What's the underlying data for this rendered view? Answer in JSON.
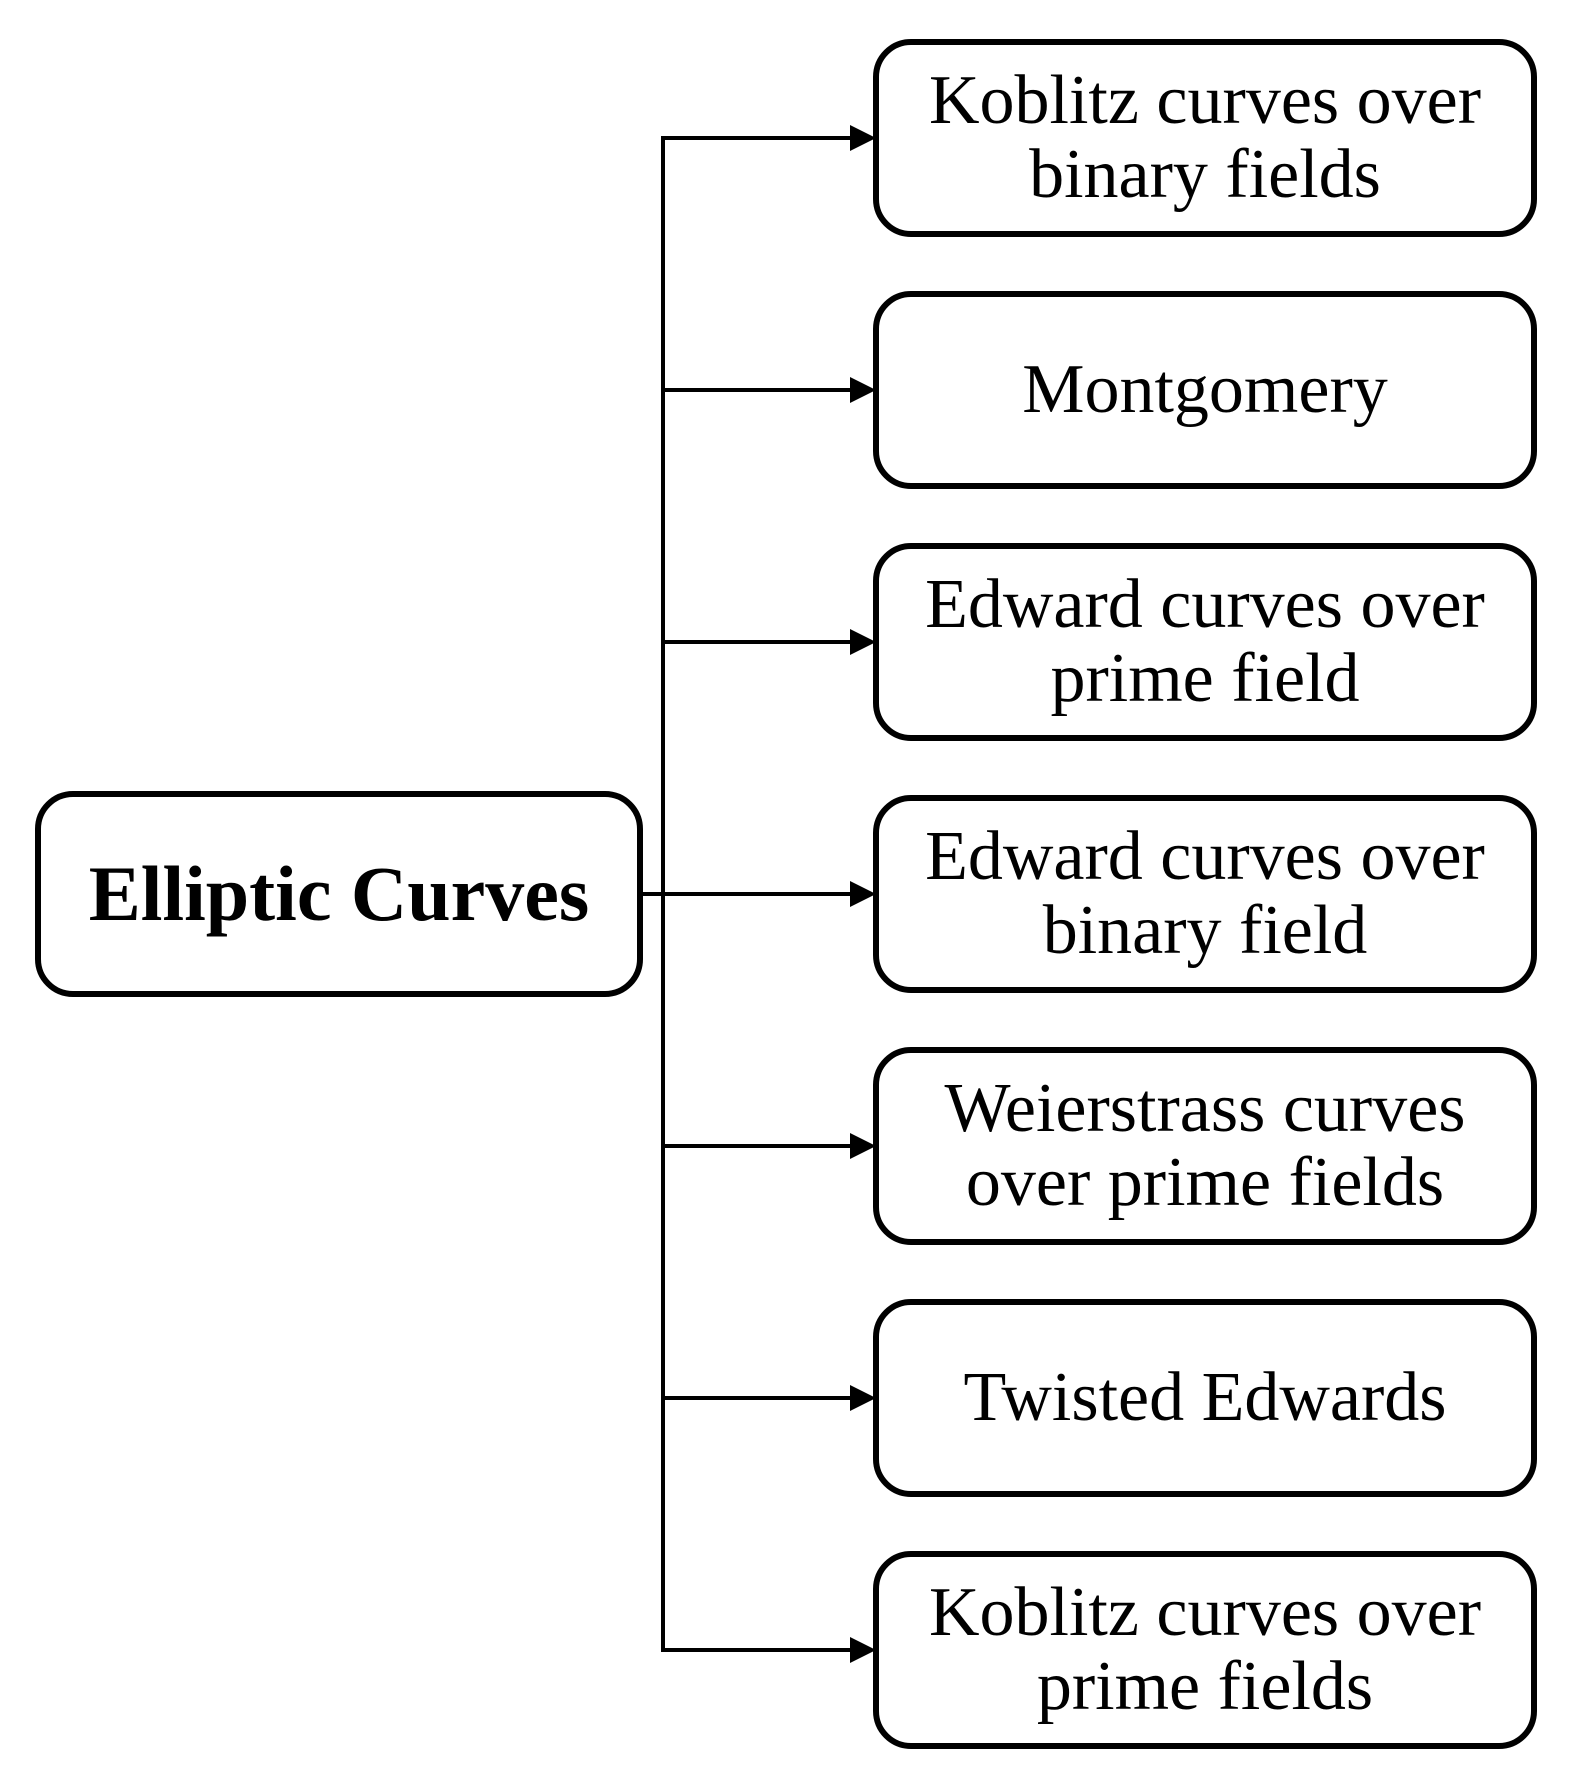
{
  "diagram": {
    "root": {
      "label": "Elliptic Curves"
    },
    "children": [
      {
        "label": "Koblitz curves over binary fields"
      },
      {
        "label": "Montgomery"
      },
      {
        "label": "Edward curves over prime field"
      },
      {
        "label": "Edward curves over binary field"
      },
      {
        "label": "Weierstrass curves over prime fields"
      },
      {
        "label": "Twisted Edwards"
      },
      {
        "label": "Koblitz curves over prime fields"
      }
    ],
    "colors": {
      "background": "#ffffff",
      "line": "#000000",
      "box_border": "#000000",
      "text": "#000000"
    }
  }
}
